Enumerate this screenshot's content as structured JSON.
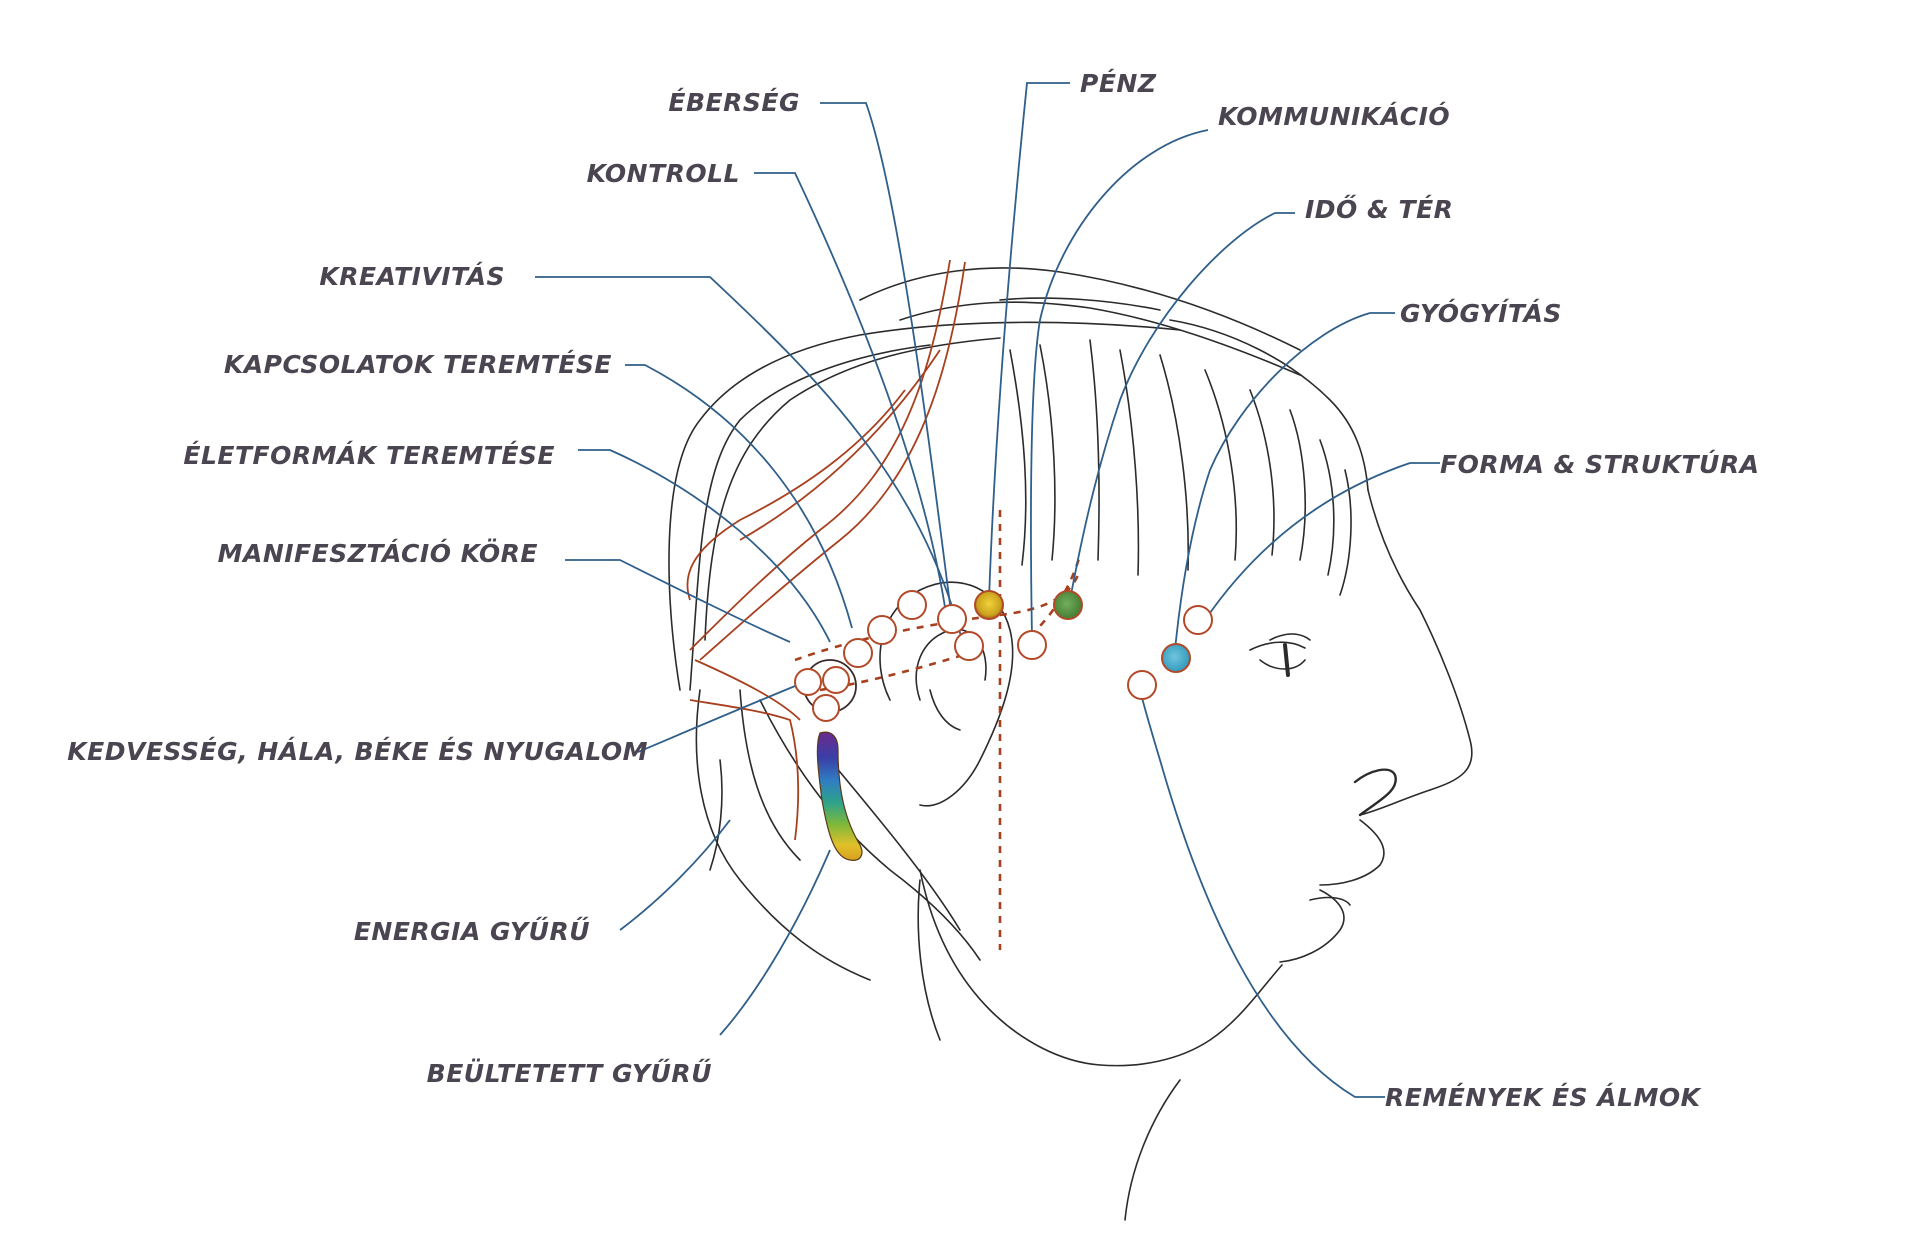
{
  "labels": {
    "eberseg": "ÉBERSÉG",
    "penz": "PÉNZ",
    "kommunikacio": "KOMMUNIKÁCIÓ",
    "kontroll": "KONTROLL",
    "ido_ter": "IDŐ & TÉR",
    "kreativitas": "KREATIVITÁS",
    "gyogyitas": "GYÓGYÍTÁS",
    "kapcsolatok": "KAPCSOLATOK TEREMTÉSE",
    "eletformak": "ÉLETFORMÁK TEREMTÉSE",
    "forma": "FORMA & STRUKTÚRA",
    "manifesztacio": "MANIFESZTÁCIÓ KÖRE",
    "kedvesseg": "KEDVESSÉG, HÁLA, BÉKE ÉS NYUGALOM",
    "energia": "ENERGIA GYŰRŰ",
    "beultetett": "BEÜLTETETT GYŰRŰ",
    "remenyek": "REMÉNYEK ÉS ÁLMOK"
  },
  "colors": {
    "label_text": "#4a4550",
    "leader_line": "#2f5f8a",
    "point_outline": "#b24a2a",
    "penz_point": "#c9a21c",
    "ido_ter_point": "#4f8a3e",
    "gyogyitas_point": "#3fa8c8"
  }
}
